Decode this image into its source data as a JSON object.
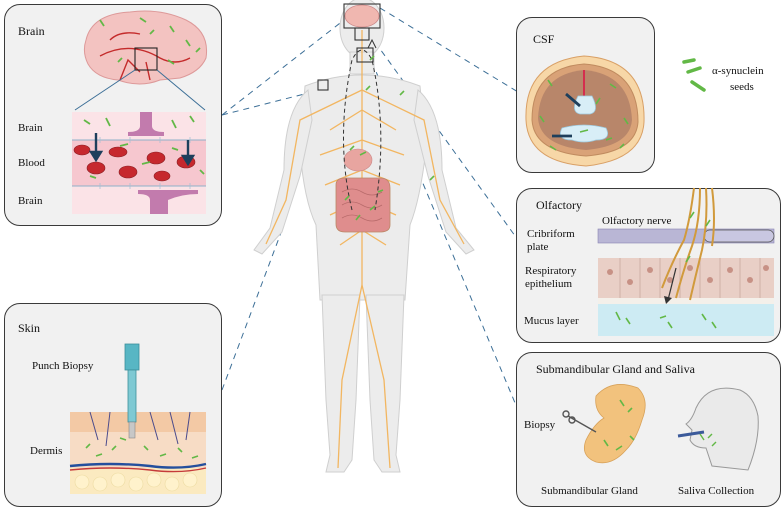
{
  "panels": {
    "brain": {
      "title": "Brain",
      "labels": [
        "Brain",
        "Blood",
        "Brain"
      ]
    },
    "csf": {
      "title": "CSF"
    },
    "legend": {
      "label_line1": "α-synuclein",
      "label_line2": "seeds"
    },
    "olfactory": {
      "title": "Olfactory",
      "nerve_label": "Olfactory nerve",
      "cribriform_line1": "Cribriform",
      "cribriform_line2": "plate",
      "respiratory_line1": "Respiratory",
      "respiratory_line2": "epithelium",
      "mucus_label": "Mucus layer"
    },
    "skin": {
      "title": "Skin",
      "punch_label": "Punch Biopsy",
      "dermis_label": "Dermis"
    },
    "submandibular": {
      "title": "Submandibular Gland and Saliva",
      "biopsy_label": "Biopsy",
      "gland_label": "Submandibular Gland",
      "saliva_label": "Saliva Collection"
    }
  },
  "colors": {
    "seed_green": "#62b846",
    "nerve_orange": "#f2b661",
    "panel_bg": "#f1f1f1",
    "connector_blue": "#3c6f97"
  }
}
